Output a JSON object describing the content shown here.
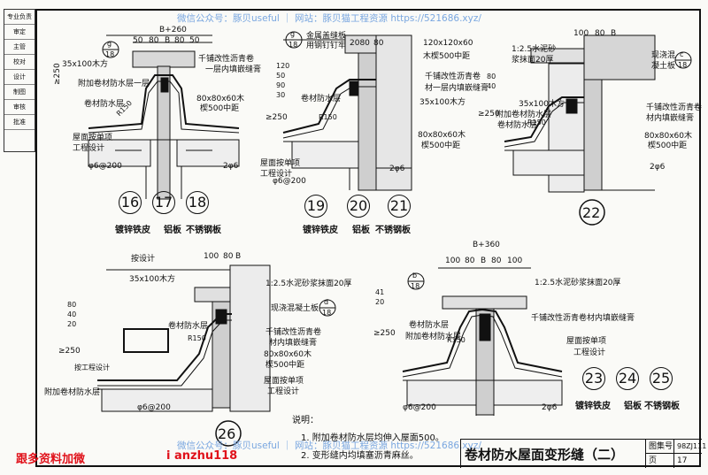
{
  "watermark": {
    "top": "微信公众号：豚贝useful ｜ 网站：豚贝猫工程资源 https://521686.xyz/",
    "bottom": "微信公众号：豚贝useful ｜ 网站：豚贝猫工程资源 https://521686.xyz/"
  },
  "sidebar": {
    "rows": [
      "专业负责",
      "审定",
      "主管",
      "校对",
      "设计",
      "制图",
      "审核",
      "批准"
    ]
  },
  "detail_top_left": {
    "dim_top": "B+260",
    "dims": [
      "50",
      "80",
      "B",
      "80",
      "50"
    ],
    "labels": [
      "35x100木方",
      "附加卷材防水层一层",
      "卷材防水层",
      "千铺改性沥青卷",
      "一层内填嵌缝膏",
      "80x80x60木",
      "楔500中距",
      "屋面按单项",
      "工程设计",
      "φ6@200",
      "2φ6",
      "≥250",
      "R150"
    ],
    "detail_ref": {
      "top": "g",
      "bottom": "18"
    }
  },
  "detail_top_mid": {
    "dims": [
      "2080",
      "80"
    ],
    "labels": [
      "金属盖缝板",
      "用钢钉钉牢",
      "120x120x60",
      "木楔500中距",
      "千铺改性沥青卷",
      "材一层内填嵌缝膏",
      "35x100木方",
      "卷材防水层",
      "80x80x60木",
      "楔500中距",
      "屋面按单项",
      "工程设计",
      "φ6@200",
      "2φ6",
      "120",
      "50",
      "90",
      "30",
      "≥250",
      "R150"
    ],
    "detail_ref": {
      "top": "g",
      "bottom": "18"
    }
  },
  "detail_top_right": {
    "dims": [
      "100",
      "80",
      "B"
    ],
    "labels": [
      "1:2.5水泥砂",
      "浆抹面20厚",
      "现浇混",
      "凝土板",
      "35x100木方",
      "附加卷材防水层",
      "卷材防水层",
      "千铺改性沥青卷",
      "材内填嵌缝膏",
      "80x80x60木",
      "楔500中距",
      "2φ6",
      "80",
      "40",
      "≥250",
      "R150"
    ],
    "detail_ref": {
      "top": "c",
      "bottom": "18"
    }
  },
  "detail_mid_left": {
    "dims": [
      "按设计",
      "100",
      "80",
      "B"
    ],
    "labels": [
      "35x100木方",
      "1:2.5水泥砂浆抹面20厚",
      "现浇混凝土板",
      "卷材防水层",
      "千铺改性沥青卷",
      "材内填嵌缝膏",
      "80x80x60木",
      "楔500中距",
      "屋面按单项",
      "工程设计",
      "附加卷材防水层",
      "φ6@200",
      "80",
      "40",
      "20",
      "≥250",
      "R150",
      "按工程设计"
    ],
    "detail_ref": {
      "top": "d",
      "bottom": "18"
    }
  },
  "detail_mid_right": {
    "dim_top": "B+360",
    "dims": [
      "100",
      "80",
      "B",
      "80",
      "100"
    ],
    "labels": [
      "1:2.5水泥砂浆抹面20厚",
      "千铺改性沥青卷材内填嵌缝膏",
      "屋面按单项",
      "工程设计",
      "卷材防水层",
      "附加卷材防水层",
      "φ6@200",
      "2φ6",
      "41",
      "20",
      "≥250",
      "R150"
    ],
    "detail_ref": {
      "top": "b",
      "bottom": "18"
    }
  },
  "groups": [
    {
      "numbers": [
        "16",
        "17",
        "18"
      ],
      "materials": [
        "镀锌铁皮",
        "铝板",
        "不锈钢板"
      ]
    },
    {
      "numbers": [
        "19",
        "20",
        "21"
      ],
      "materials": [
        "镀锌铁皮",
        "铝板",
        "不锈钢板"
      ]
    },
    {
      "numbers": [
        "22"
      ],
      "materials": []
    },
    {
      "numbers": [
        "23",
        "24",
        "25"
      ],
      "materials": [
        "镀锌铁皮",
        "铝板",
        "不锈钢板"
      ]
    },
    {
      "numbers": [
        "26"
      ],
      "materials": []
    }
  ],
  "notes": {
    "heading": "说明：",
    "items": [
      "1. 附加卷材防水层均伸入屋面500。",
      "2. 变形缝内均填塞沥青麻丝。"
    ]
  },
  "title_block": {
    "title": "卷材防水屋面变形缝（二）",
    "atlas_label": "图集号",
    "atlas_value": "98ZJ111",
    "page_label": "页",
    "page_value": "17"
  },
  "promo": {
    "left": "跟多资料加微",
    "right": "i anzhu118"
  }
}
